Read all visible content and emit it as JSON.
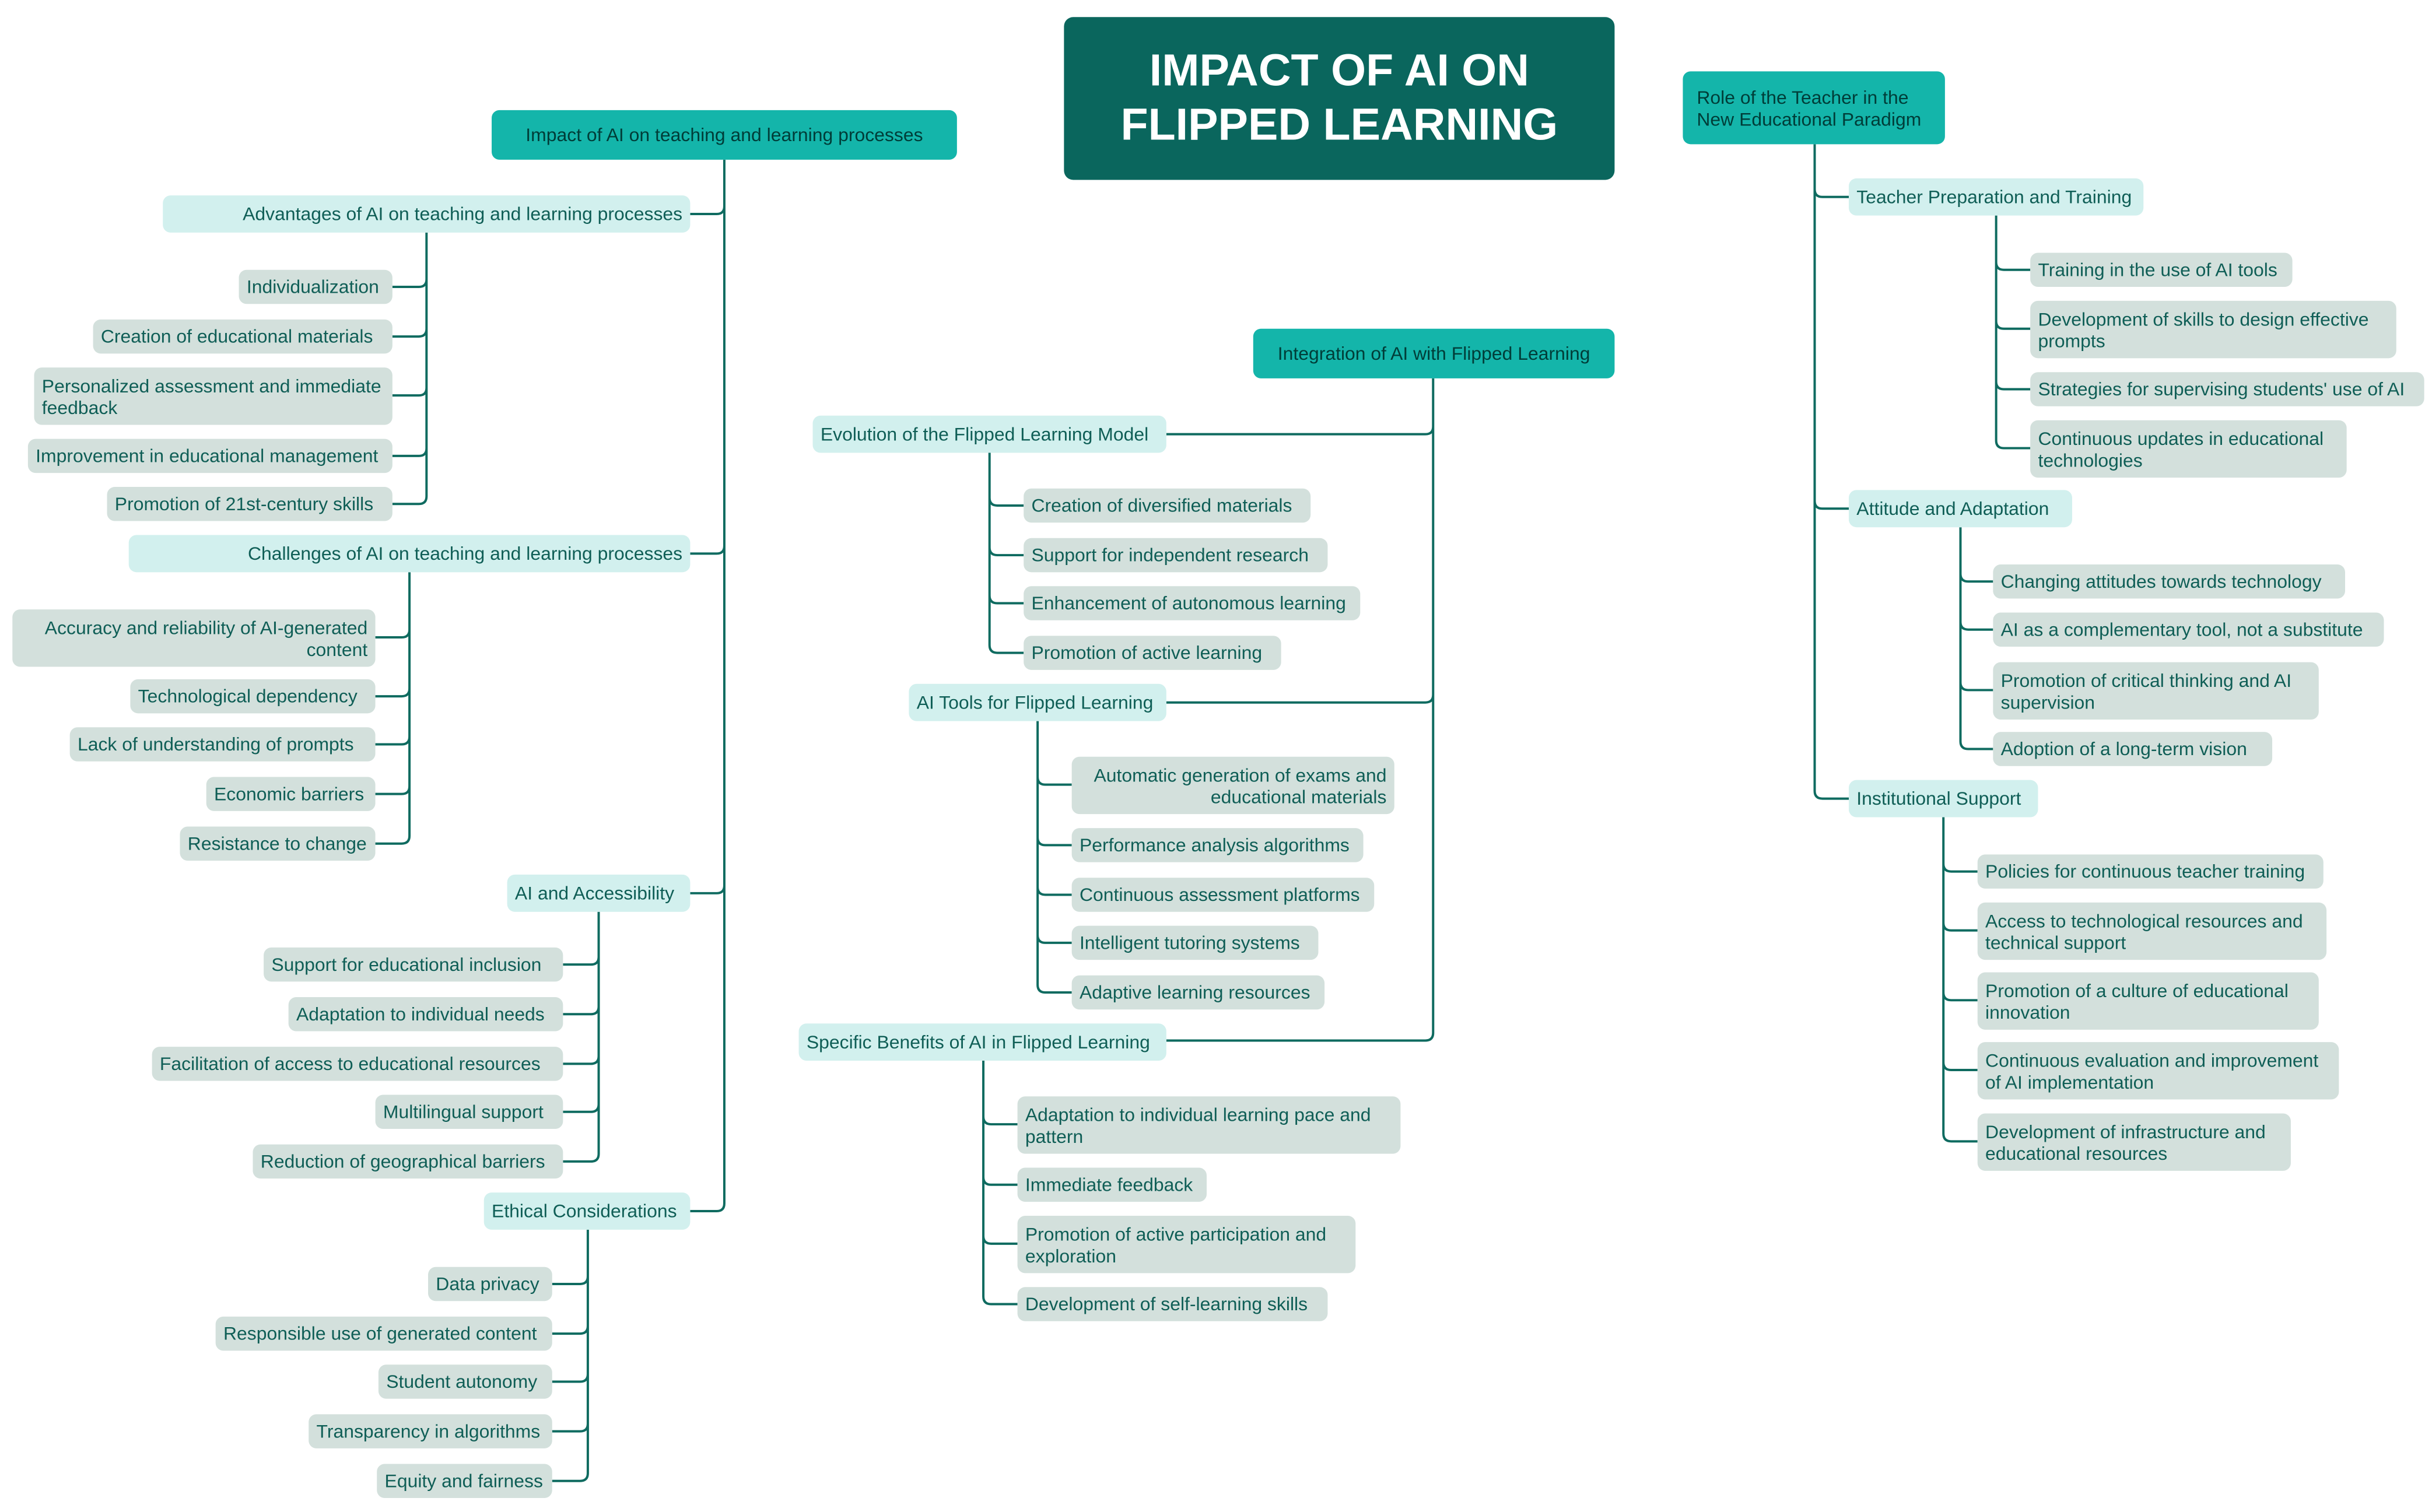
{
  "title": "IMPACT OF AI ON FLIPPED LEARNING",
  "left": {
    "label": "Impact of AI on teaching and learning processes",
    "subs": [
      {
        "label": "Advantages of AI on teaching and learning processes",
        "items": [
          "Individualization",
          "Creation of educational materials",
          "Personalized assessment and immediate feedback",
          "Improvement in educational management",
          "Promotion of 21st-century skills"
        ]
      },
      {
        "label": "Challenges of AI on teaching and learning processes",
        "items": [
          "Accuracy and reliability of AI-generated content",
          "Technological dependency",
          "Lack of understanding of prompts",
          "Economic barriers",
          "Resistance to change"
        ]
      },
      {
        "label": "AI and Accessibility",
        "items": [
          "Support for educational inclusion",
          "Adaptation to individual needs",
          "Facilitation of access to educational resources",
          "Multilingual support",
          "Reduction of geographical barriers"
        ]
      },
      {
        "label": "Ethical Considerations",
        "items": [
          "Data privacy",
          "Responsible use of generated content",
          "Student autonomy",
          "Transparency in algorithms",
          "Equity and fairness"
        ]
      }
    ]
  },
  "middle": {
    "label": "Integration of AI with Flipped Learning",
    "subs": [
      {
        "label": "Evolution of the Flipped Learning Model",
        "items": [
          "Creation of diversified materials",
          "Support for independent research",
          "Enhancement of autonomous learning",
          "Promotion of active learning"
        ]
      },
      {
        "label": "AI Tools for Flipped Learning",
        "items": [
          "Automatic generation of exams and educational materials",
          "Performance analysis algorithms",
          "Continuous assessment platforms",
          "Intelligent tutoring systems",
          "Adaptive learning resources"
        ]
      },
      {
        "label": "Specific Benefits of AI in Flipped Learning",
        "items": [
          "Adaptation to individual learning pace and pattern",
          "Immediate feedback",
          "Promotion of active participation and exploration",
          "Development of self-learning skills"
        ]
      }
    ]
  },
  "right": {
    "label": "Role of the Teacher in the New Educational Paradigm",
    "subs": [
      {
        "label": "Teacher Preparation and Training",
        "items": [
          "Training in the use of AI tools",
          "Development of skills to design effective prompts",
          "Strategies for supervising students' use of AI",
          "Continuous updates in educational technologies"
        ]
      },
      {
        "label": "Attitude and Adaptation",
        "items": [
          "Changing attitudes towards technology",
          "AI as a complementary tool, not a substitute",
          "Promotion of critical thinking and AI supervision",
          "Adoption of a long-term vision"
        ]
      },
      {
        "label": "Institutional Support",
        "items": [
          "Policies for continuous teacher training",
          "Access to technological resources and technical support",
          "Promotion of a culture of educational innovation",
          "Continuous evaluation and improvement of AI implementation",
          "Development of infrastructure and educational resources"
        ]
      }
    ]
  },
  "colors": {
    "title_bg": "#0a665d",
    "branch_bg": "#14b5aa",
    "sub_bg": "#d2f0ee",
    "leaf_bg": "#d3e0dc",
    "line": "#0f6b60",
    "text": "#0f5e56"
  }
}
